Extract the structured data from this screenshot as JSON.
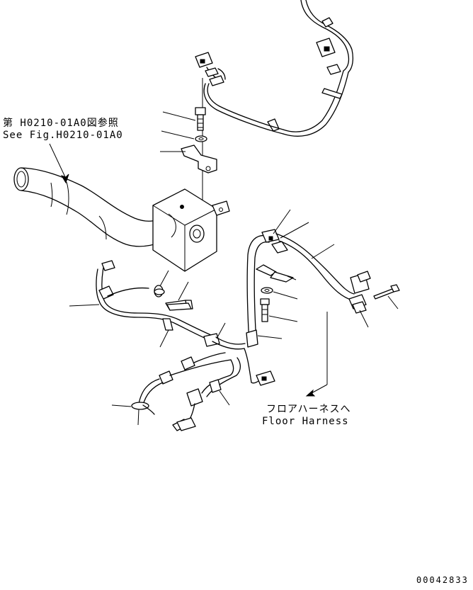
{
  "reference_note": {
    "jp": "第 H0210-01A0図参照",
    "en": "See Fig.H0210-01A0"
  },
  "floor_harness_note": {
    "jp": "フロアハーネスへ",
    "en": "Floor Harness"
  },
  "drawing_number": "00042833"
}
